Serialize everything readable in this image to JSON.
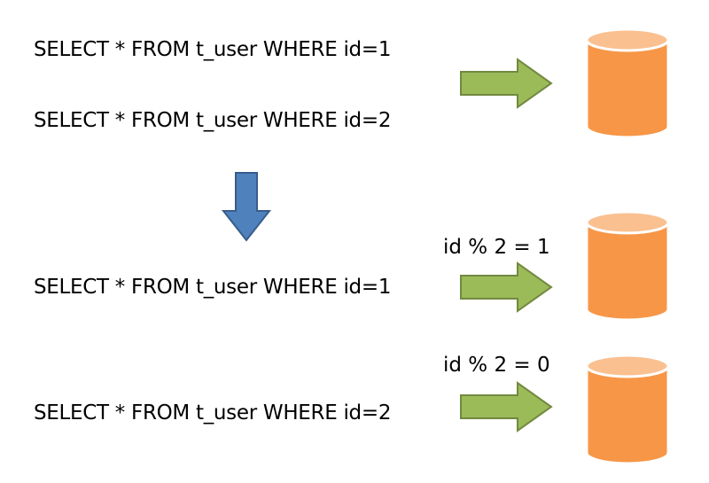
{
  "top": {
    "query1": "SELECT * FROM t_user WHERE id=1",
    "query2": "SELECT * FROM t_user WHERE id=2"
  },
  "bottom": {
    "condition1": "id % 2 = 1",
    "query1": "SELECT * FROM t_user WHERE id=1",
    "condition2": "id % 2 = 0",
    "query2": "SELECT * FROM t_user WHERE id=2"
  },
  "colors": {
    "arrow_green": "#9BBB59",
    "arrow_green_border": "#71893F",
    "arrow_blue": "#4F81BD",
    "arrow_blue_border": "#385D8A",
    "db_body": "#F79646",
    "db_top": "#FAC090"
  }
}
